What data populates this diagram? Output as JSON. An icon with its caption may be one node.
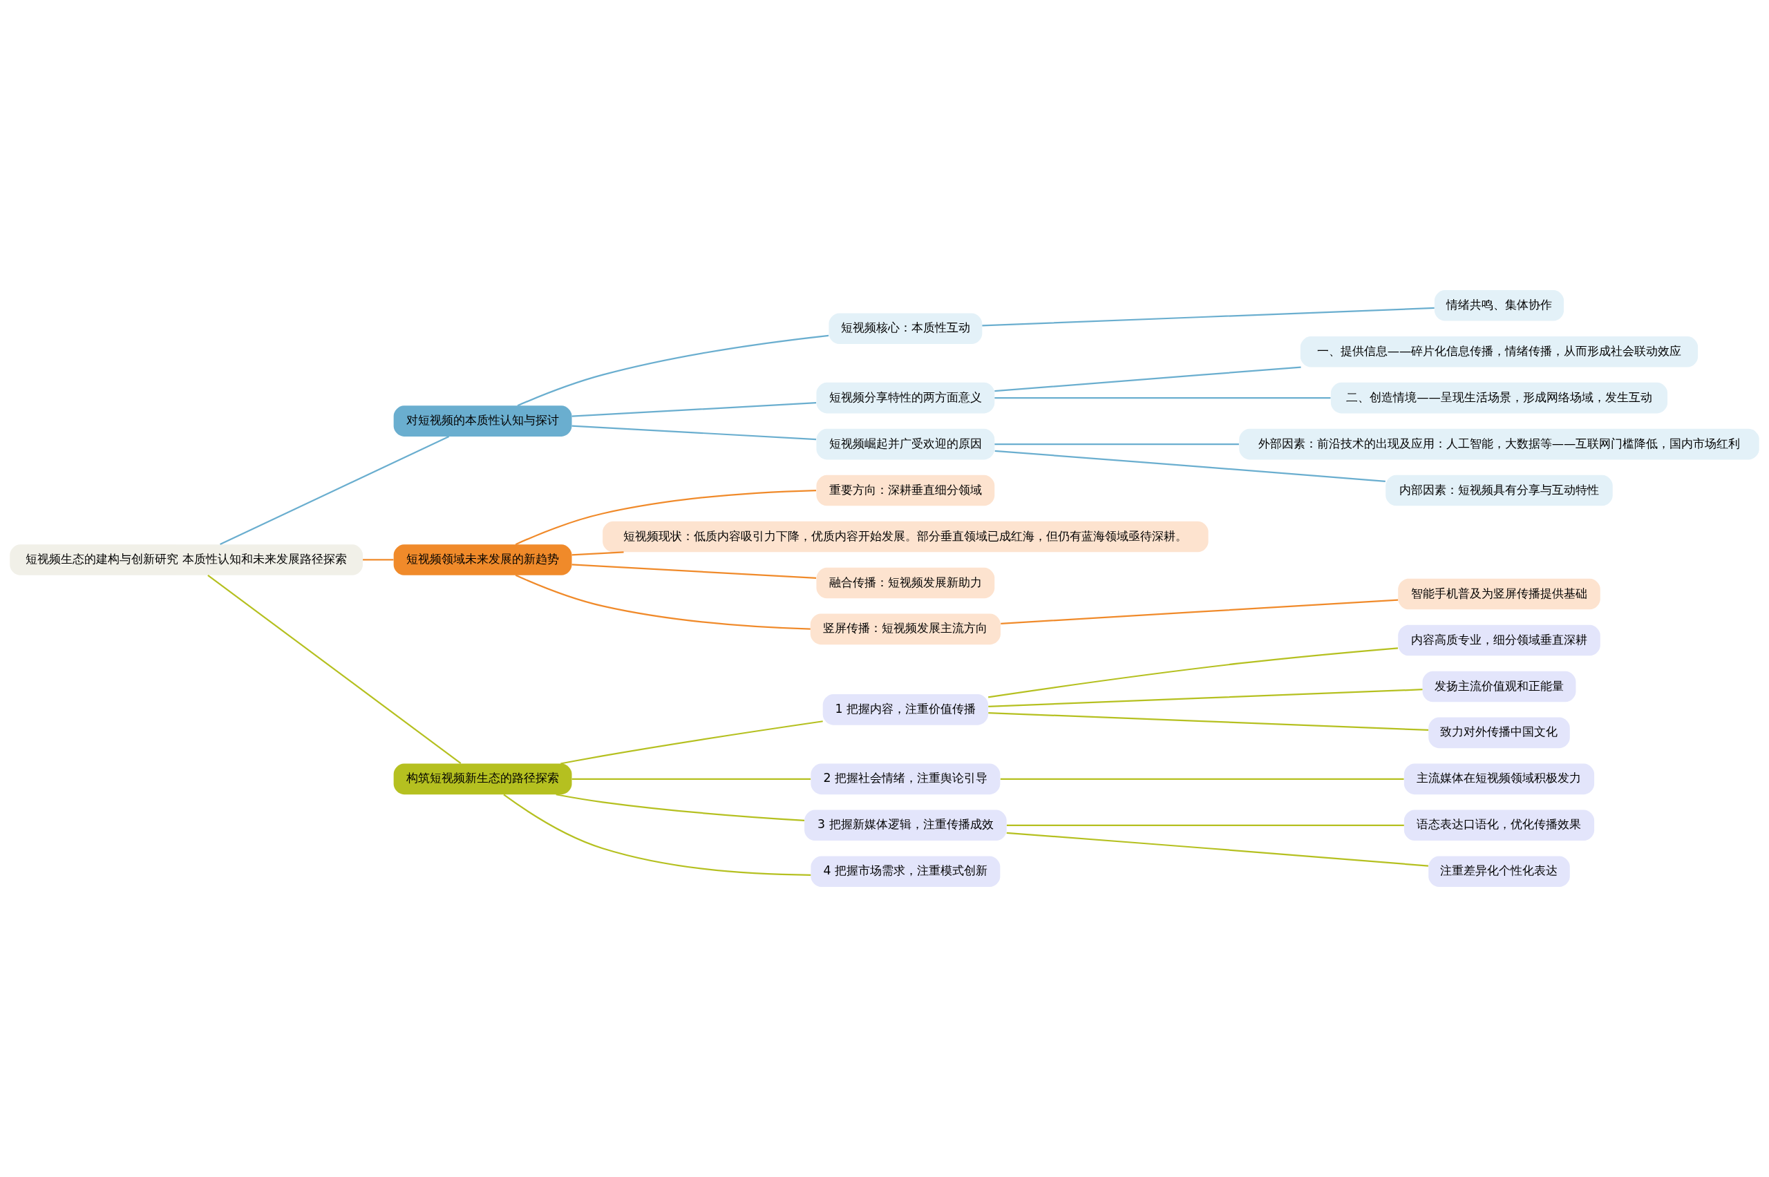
{
  "diagram": {
    "nodes": [
      {
        "text": [
          "短视频生态的建构与创新研究 本质性认知和未来发展路径探索"
        ]
      },
      {
        "text": [
          "对短视频的本质性认知与探讨"
        ]
      },
      {
        "text": [
          "短视频核心：本质性互动"
        ]
      },
      {
        "text": [
          "情绪共鸣、集体协作"
        ]
      },
      {
        "text": [
          "短视频分享特性的两方面意义"
        ]
      },
      {
        "text": [
          "一、提供信息——碎片化信息传播，情绪传播，从而形成社会联动效应"
        ]
      },
      {
        "text": [
          "二、创造情境——呈现生活场景，形成网络场域，发生互动"
        ]
      },
      {
        "text": [
          "短视频崛起并广受欢迎的原因"
        ]
      },
      {
        "text": [
          "外部因素：前沿技术的出现及应用：人工智能，大数据等——互联网门槛降低，国内市场红利"
        ]
      },
      {
        "text": [
          "内部因素：短视频具有分享与互动特性"
        ]
      },
      {
        "text": [
          "短视频领域未来发展的新趋势"
        ]
      },
      {
        "text": [
          "重要方向：深耕垂直细分领域"
        ]
      },
      {
        "text": [
          "短视频现状：低质内容吸引力下降，优质内容开始发展。部分垂直领域已成红海，但仍有蓝海领域亟待深耕。"
        ]
      },
      {
        "text": [
          "融合传播：短视频发展新助力"
        ]
      },
      {
        "text": [
          "竖屏传播：短视频发展主流方向"
        ]
      },
      {
        "text": [
          "智能手机普及为竖屏传播提供基础"
        ]
      },
      {
        "text": [
          "构筑短视频新生态的路径探索"
        ]
      },
      {
        "text": [
          "1 把握内容，注重价值传播"
        ]
      },
      {
        "text": [
          "内容高质专业，细分领域垂直深耕"
        ]
      },
      {
        "text": [
          "发扬主流价值观和正能量"
        ]
      },
      {
        "text": [
          "致力对外传播中国文化"
        ]
      },
      {
        "text": [
          "2 把握社会情绪，注重舆论引导"
        ]
      },
      {
        "text": [
          "主流媒体在短视频领域积极发力"
        ]
      },
      {
        "text": [
          "3 把握新媒体逻辑，注重传播成效"
        ]
      },
      {
        "text": [
          "语态表达口语化，优化传播效果"
        ]
      },
      {
        "text": [
          "注重差异化个性化表达"
        ]
      },
      {
        "text": [
          "4 把握市场需求，注重模式创新"
        ]
      }
    ],
    "edges": [
      {
        "from": 0,
        "to": 1,
        "arrow": "none",
        "color": "#6aaecf"
      },
      {
        "from": 1,
        "to": 2,
        "arrow": "none",
        "color": "#6aaecf"
      },
      {
        "from": 2,
        "to": 3,
        "arrow": "none",
        "color": "#6aaecf"
      },
      {
        "from": 1,
        "to": 4,
        "arrow": "none",
        "color": "#6aaecf"
      },
      {
        "from": 4,
        "to": 5,
        "arrow": "none",
        "color": "#6aaecf"
      },
      {
        "from": 4,
        "to": 6,
        "arrow": "none",
        "color": "#6aaecf"
      },
      {
        "from": 1,
        "to": 7,
        "arrow": "none",
        "color": "#6aaecf"
      },
      {
        "from": 7,
        "to": 8,
        "arrow": "none",
        "color": "#6aaecf"
      },
      {
        "from": 7,
        "to": 9,
        "arrow": "none",
        "color": "#6aaecf"
      },
      {
        "from": 0,
        "to": 10,
        "arrow": "none",
        "color": "#f08a2a"
      },
      {
        "from": 10,
        "to": 11,
        "arrow": "none",
        "color": "#f08a2a"
      },
      {
        "from": 10,
        "to": 12,
        "arrow": "none",
        "color": "#f08a2a"
      },
      {
        "from": 10,
        "to": 13,
        "arrow": "none",
        "color": "#f08a2a"
      },
      {
        "from": 10,
        "to": 14,
        "arrow": "none",
        "color": "#f08a2a"
      },
      {
        "from": 14,
        "to": 15,
        "arrow": "none",
        "color": "#f08a2a"
      },
      {
        "from": 0,
        "to": 16,
        "arrow": "none",
        "color": "#b5c020"
      },
      {
        "from": 16,
        "to": 17,
        "arrow": "none",
        "color": "#b5c020"
      },
      {
        "from": 17,
        "to": 18,
        "arrow": "none",
        "color": "#b5c020"
      },
      {
        "from": 17,
        "to": 19,
        "arrow": "none",
        "color": "#b5c020"
      },
      {
        "from": 17,
        "to": 20,
        "arrow": "none",
        "color": "#b5c020"
      },
      {
        "from": 16,
        "to": 21,
        "arrow": "none",
        "color": "#b5c020"
      },
      {
        "from": 21,
        "to": 22,
        "arrow": "none",
        "color": "#b5c020"
      },
      {
        "from": 16,
        "to": 23,
        "arrow": "none",
        "color": "#b5c020"
      },
      {
        "from": 23,
        "to": 24,
        "arrow": "none",
        "color": "#b5c020"
      },
      {
        "from": 23,
        "to": 25,
        "arrow": "none",
        "color": "#b5c020"
      },
      {
        "from": 16,
        "to": 26,
        "arrow": "none",
        "color": "#b5c020"
      }
    ]
  }
}
